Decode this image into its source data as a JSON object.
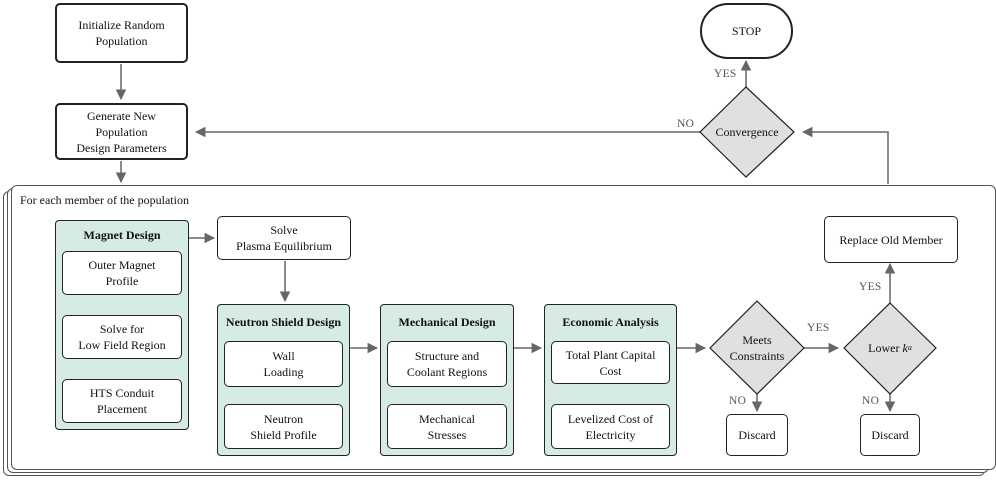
{
  "nodes": {
    "init": "Initialize Random\nPopulation",
    "generate": "Generate New\nPopulation\nDesign Parameters",
    "stop": "STOP",
    "convergence": "Convergence",
    "loop_label": "For each member of the population",
    "solve_plasma": "Solve\nPlasma Equilibrium",
    "replace": "Replace Old Member",
    "meets": "Meets\nConstraints",
    "lower_prefix": "Lower ",
    "lower_var": "k",
    "lower_sub": "a",
    "discard_left": "Discard",
    "discard_right": "Discard"
  },
  "groups": {
    "magnet": {
      "title": "Magnet Design",
      "items": [
        "Outer Magnet\nProfile",
        "Solve for\nLow Field Region",
        "HTS Conduit\nPlacement"
      ]
    },
    "neutron": {
      "title": "Neutron Shield Design",
      "items": [
        "Wall\nLoading",
        "Neutron\nShield Profile"
      ]
    },
    "mechanical": {
      "title": "Mechanical Design",
      "items": [
        "Structure and\nCoolant Regions",
        "Mechanical\nStresses"
      ]
    },
    "economic": {
      "title": "Economic Analysis",
      "items": [
        "Total Plant Capital\nCost",
        "Levelized Cost of\nElectricity"
      ]
    }
  },
  "edge_labels": {
    "conv_yes": "YES",
    "conv_no": "NO",
    "meets_yes": "YES",
    "meets_no": "NO",
    "lower_yes": "YES",
    "lower_no": "NO"
  },
  "colors": {
    "group_fill": "#d5ebe3",
    "decision_fill": "#e0e0e0",
    "wire": "#666666"
  }
}
